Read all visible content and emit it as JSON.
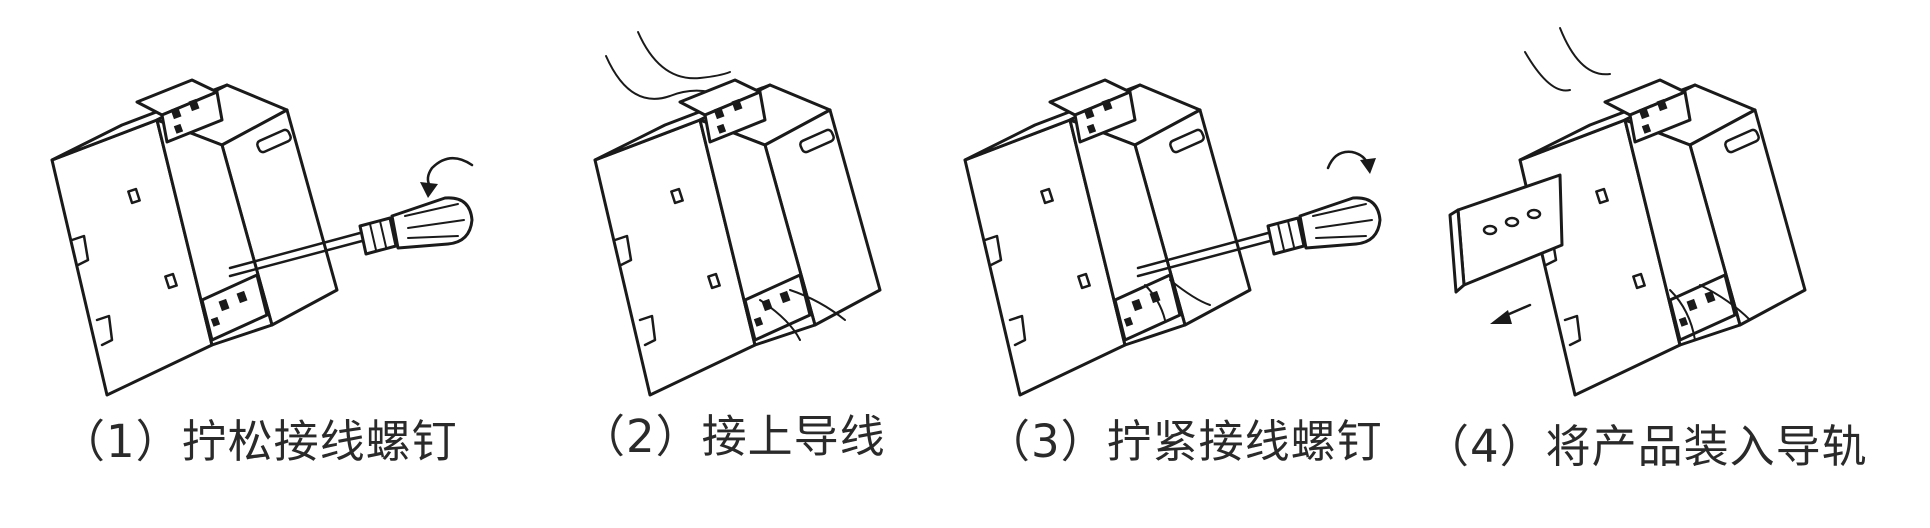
{
  "steps": [
    {
      "caption": "（1）拧松接线螺钉"
    },
    {
      "caption": "（2）接上导线"
    },
    {
      "caption": "（3）拧紧接线螺钉"
    },
    {
      "caption": "（4）将产品装入导轨"
    }
  ],
  "icons": {
    "device": "din-rail-meter-icon",
    "screwdriver": "screwdriver-icon",
    "rotate_ccw": "rotate-counterclockwise-arrow-icon",
    "rotate_cw": "rotate-clockwise-arrow-icon",
    "slide": "slide-arrow-icon",
    "rail": "din-rail-icon"
  }
}
